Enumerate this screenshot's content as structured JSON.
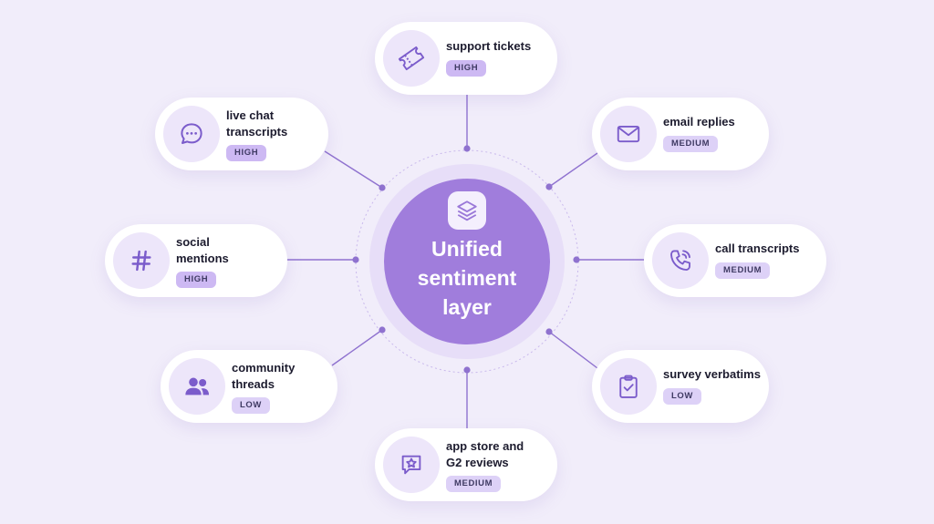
{
  "center": {
    "title": "Unified sentiment layer",
    "icon": "layers-icon"
  },
  "sources": [
    {
      "id": "support-tickets",
      "label": "support tickets",
      "priority": "HIGH",
      "icon": "ticket-icon"
    },
    {
      "id": "email-replies",
      "label": "email replies",
      "priority": "MEDIUM",
      "icon": "envelope-icon"
    },
    {
      "id": "call-transcripts",
      "label": "call transcripts",
      "priority": "MEDIUM",
      "icon": "phone-icon"
    },
    {
      "id": "survey-verbatims",
      "label": "survey verbatims",
      "priority": "LOW",
      "icon": "clipboard-check-icon"
    },
    {
      "id": "app-store-reviews",
      "label": "app store and G2 reviews",
      "priority": "MEDIUM",
      "icon": "star-chat-icon"
    },
    {
      "id": "community-threads",
      "label": "community threads",
      "priority": "LOW",
      "icon": "users-icon"
    },
    {
      "id": "social-mentions",
      "label": "social mentions",
      "priority": "HIGH",
      "icon": "hashtag-icon"
    },
    {
      "id": "live-chat",
      "label": "live chat transcripts",
      "priority": "HIGH",
      "icon": "chat-bubble-icon"
    }
  ],
  "colors": {
    "accent": "#a07ddc",
    "background": "#f1edfa",
    "line": "#8f72cf",
    "icon": "#7b5ccb"
  }
}
